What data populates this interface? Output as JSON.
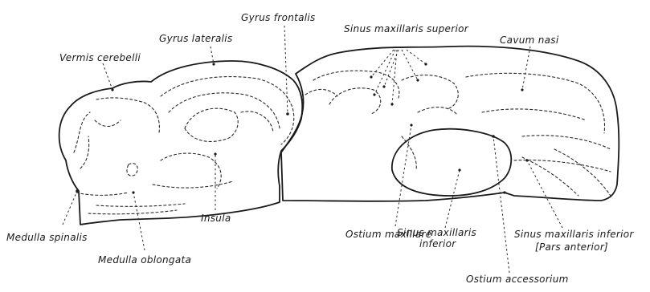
{
  "labels": {
    "gyrus_frontalis": "Gyrus frontalis",
    "gyrus_lateralis": "Gyrus lateralis",
    "vermis_cerebelli": "Vermis cerebelli",
    "sinus_maxillaris_superior": "Sinus maxillaris superior",
    "cavum_nasi": "Cavum nasi",
    "insula": "Insula",
    "medulla_spinalis": "Medulla spinalis",
    "medulla_oblongata": "Medulla oblongata",
    "ostium_maxillare": "Ostium maxillare",
    "sinus_maxillaris_inferior_1": "Sinus maxillaris",
    "sinus_maxillaris_inferior_2": "inferior",
    "sinus_maxillaris_inferior_pars_1": "Sinus maxillaris inferior",
    "sinus_maxillaris_inferior_pars_2": "[Pars anterior]",
    "ostium_accessorium": "Ostium accessorium"
  }
}
